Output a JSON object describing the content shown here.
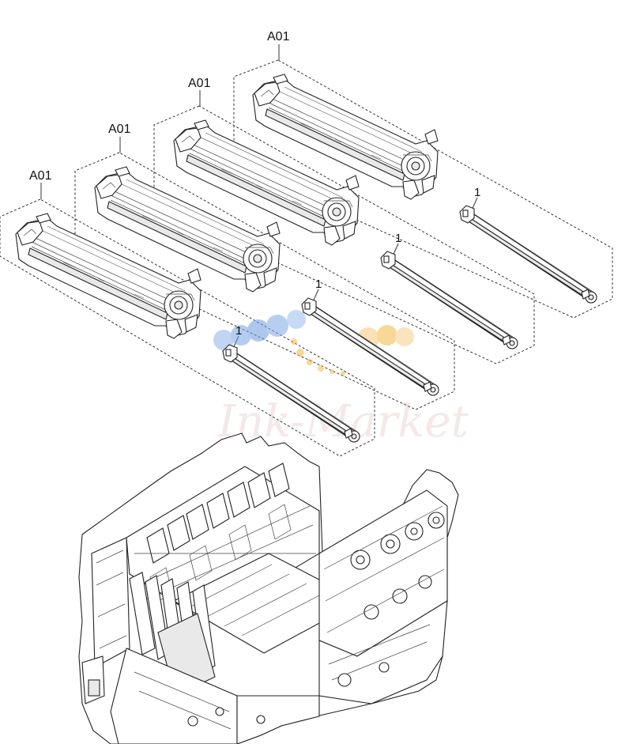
{
  "callouts": {
    "assembly_1": "A01",
    "assembly_2": "A01",
    "assembly_3": "A01",
    "assembly_4": "A01",
    "part_1": "1",
    "part_2": "1",
    "part_3": "1",
    "part_4": "1"
  },
  "watermark": {
    "text": "Ink-Market",
    "colors": [
      "#6f9be0",
      "#f4b942",
      "#c9868a"
    ]
  }
}
